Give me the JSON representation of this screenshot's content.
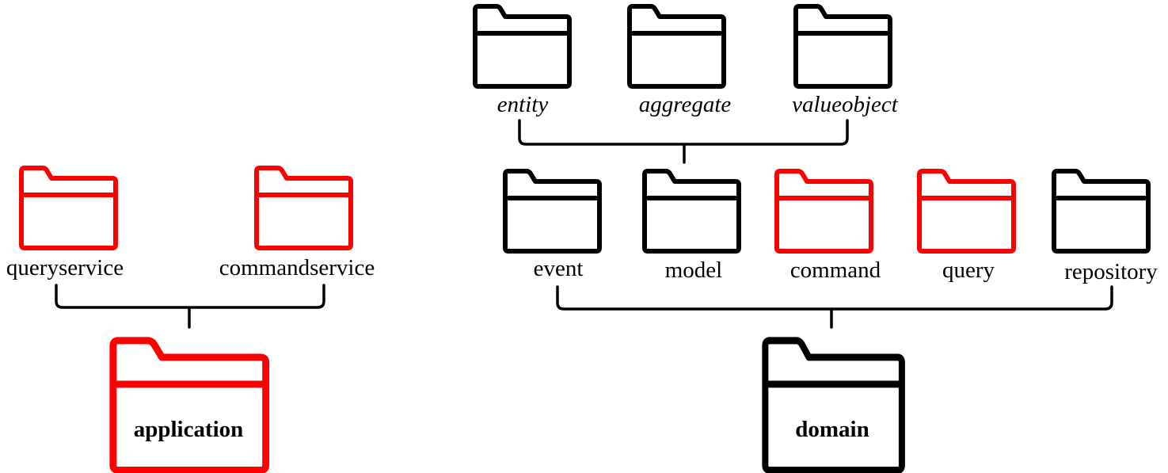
{
  "colors": {
    "highlight": "#ff0000",
    "normal": "#000000"
  },
  "application": {
    "label": "application",
    "color": "highlight",
    "children": [
      {
        "label": "queryservice",
        "color": "highlight"
      },
      {
        "label": "commandservice",
        "color": "highlight"
      }
    ]
  },
  "domain": {
    "label": "domain",
    "color": "normal",
    "children": [
      {
        "label": "event",
        "color": "normal"
      },
      {
        "label": "model",
        "color": "normal"
      },
      {
        "label": "command",
        "color": "highlight"
      },
      {
        "label": "query",
        "color": "highlight"
      },
      {
        "label": "repository",
        "color": "normal"
      }
    ]
  },
  "model": {
    "children": [
      {
        "label": "entity",
        "color": "normal"
      },
      {
        "label": "aggregate",
        "color": "normal"
      },
      {
        "label": "valueobject",
        "color": "normal"
      }
    ]
  }
}
